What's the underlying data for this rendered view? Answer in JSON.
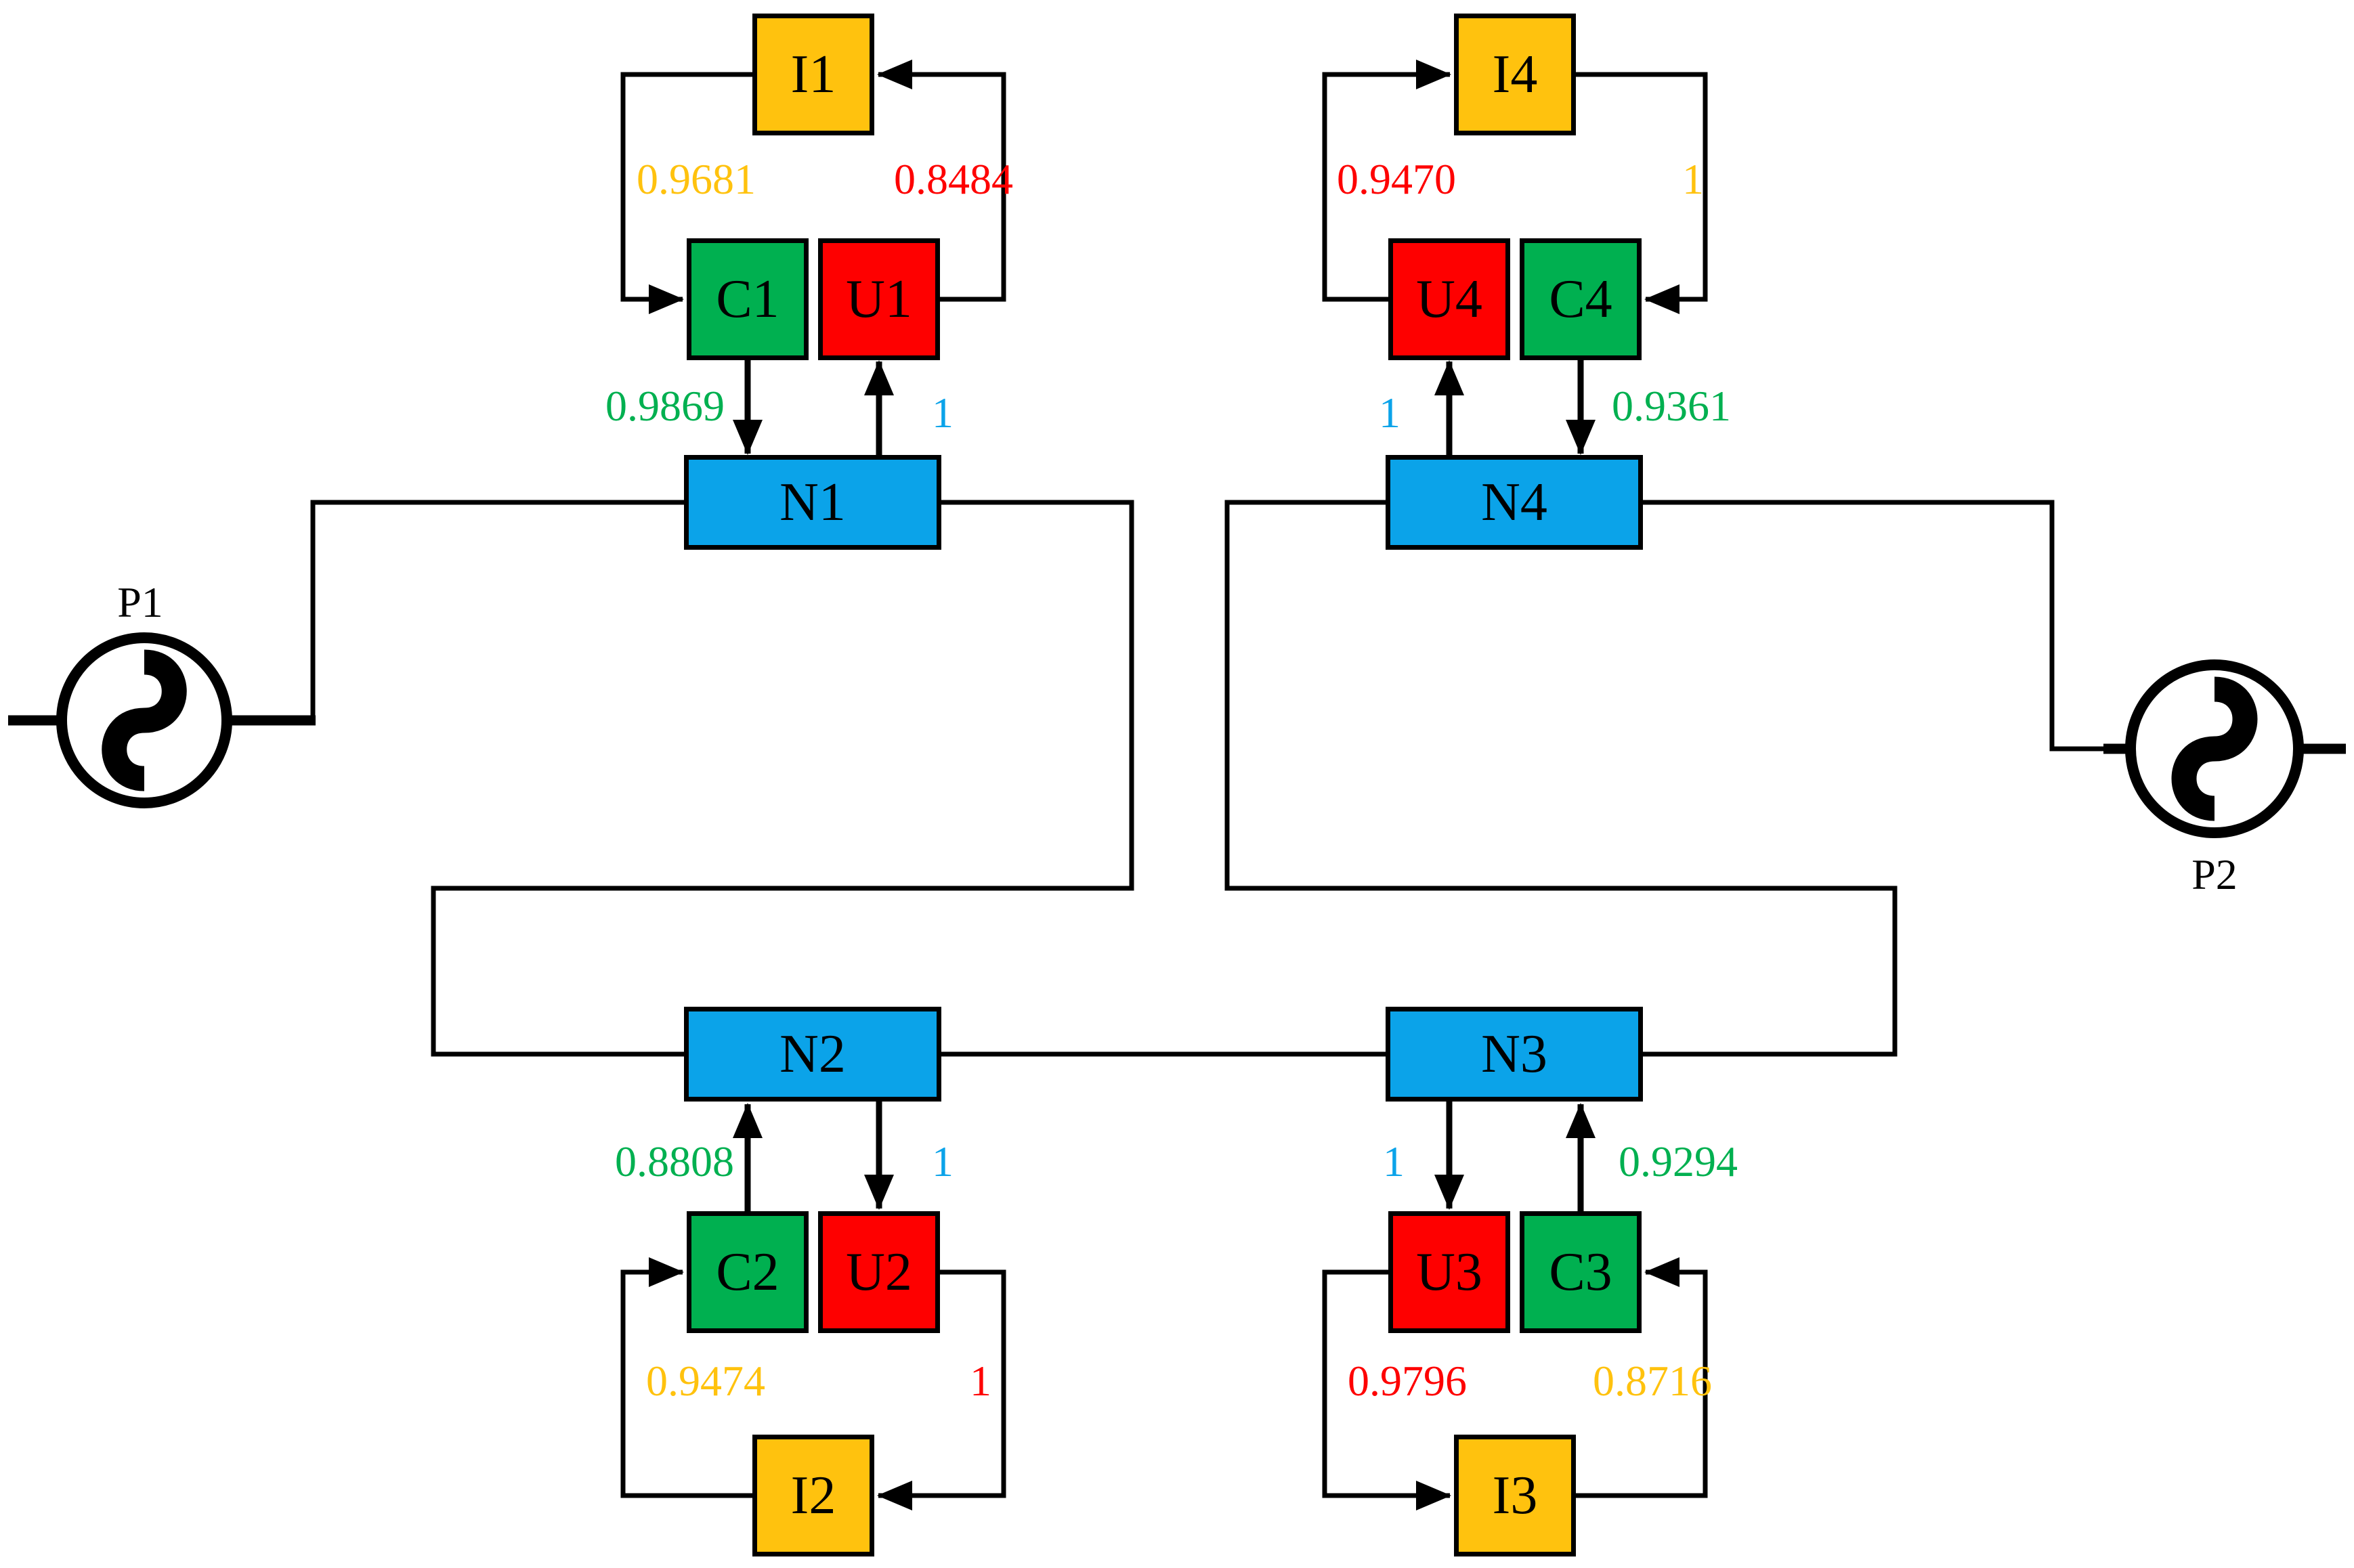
{
  "colors": {
    "orange": "#FFC20E",
    "green": "#00B050",
    "red": "#FE0000",
    "blue": "#0BA3E9",
    "line": "#000000"
  },
  "nodes": {
    "I1": {
      "label": "I1",
      "color": "orange"
    },
    "C1": {
      "label": "C1",
      "color": "green"
    },
    "U1": {
      "label": "U1",
      "color": "red"
    },
    "N1": {
      "label": "N1",
      "color": "blue"
    },
    "I2": {
      "label": "I2",
      "color": "orange"
    },
    "C2": {
      "label": "C2",
      "color": "green"
    },
    "U2": {
      "label": "U2",
      "color": "red"
    },
    "N2": {
      "label": "N2",
      "color": "blue"
    },
    "I3": {
      "label": "I3",
      "color": "orange"
    },
    "C3": {
      "label": "C3",
      "color": "green"
    },
    "U3": {
      "label": "U3",
      "color": "red"
    },
    "N3": {
      "label": "N3",
      "color": "blue"
    },
    "I4": {
      "label": "I4",
      "color": "orange"
    },
    "C4": {
      "label": "C4",
      "color": "green"
    },
    "U4": {
      "label": "U4",
      "color": "red"
    },
    "N4": {
      "label": "N4",
      "color": "blue"
    }
  },
  "sources": {
    "P1": {
      "label": "P1"
    },
    "P2": {
      "label": "P2"
    }
  },
  "edges": {
    "I1_C1": {
      "from": "I1",
      "to": "C1",
      "value": "0.9681",
      "color": "orange"
    },
    "U1_I1": {
      "from": "U1",
      "to": "I1",
      "value": "0.8484",
      "color": "red"
    },
    "C1_N1": {
      "from": "C1",
      "to": "N1",
      "value": "0.9869",
      "color": "green"
    },
    "N1_U1": {
      "from": "N1",
      "to": "U1",
      "value": "1",
      "color": "blue"
    },
    "U4_I4": {
      "from": "U4",
      "to": "I4",
      "value": "0.9470",
      "color": "red"
    },
    "I4_C4": {
      "from": "I4",
      "to": "C4",
      "value": "1",
      "color": "orange"
    },
    "N4_U4": {
      "from": "N4",
      "to": "U4",
      "value": "1",
      "color": "blue"
    },
    "C4_N4": {
      "from": "C4",
      "to": "N4",
      "value": "0.9361",
      "color": "green"
    },
    "C2_N2": {
      "from": "C2",
      "to": "N2",
      "value": "0.8808",
      "color": "green"
    },
    "N2_U2": {
      "from": "N2",
      "to": "U2",
      "value": "1",
      "color": "blue"
    },
    "I2_C2": {
      "from": "I2",
      "to": "C2",
      "value": "0.9474",
      "color": "orange"
    },
    "U2_I2": {
      "from": "U2",
      "to": "I2",
      "value": "1",
      "color": "red"
    },
    "N3_U3": {
      "from": "N3",
      "to": "U3",
      "value": "1",
      "color": "blue"
    },
    "C3_N3": {
      "from": "C3",
      "to": "N3",
      "value": "0.9294",
      "color": "green"
    },
    "U3_I3": {
      "from": "U3",
      "to": "I3",
      "value": "0.9796",
      "color": "red"
    },
    "I3_C3": {
      "from": "I3",
      "to": "C3",
      "value": "0.8716",
      "color": "orange"
    }
  }
}
